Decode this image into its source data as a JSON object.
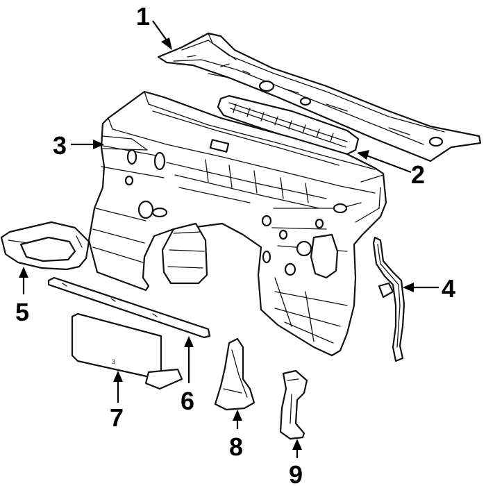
{
  "callouts": [
    "1",
    "2",
    "3",
    "4",
    "5",
    "6",
    "7",
    "8",
    "9"
  ],
  "stamp": "3"
}
